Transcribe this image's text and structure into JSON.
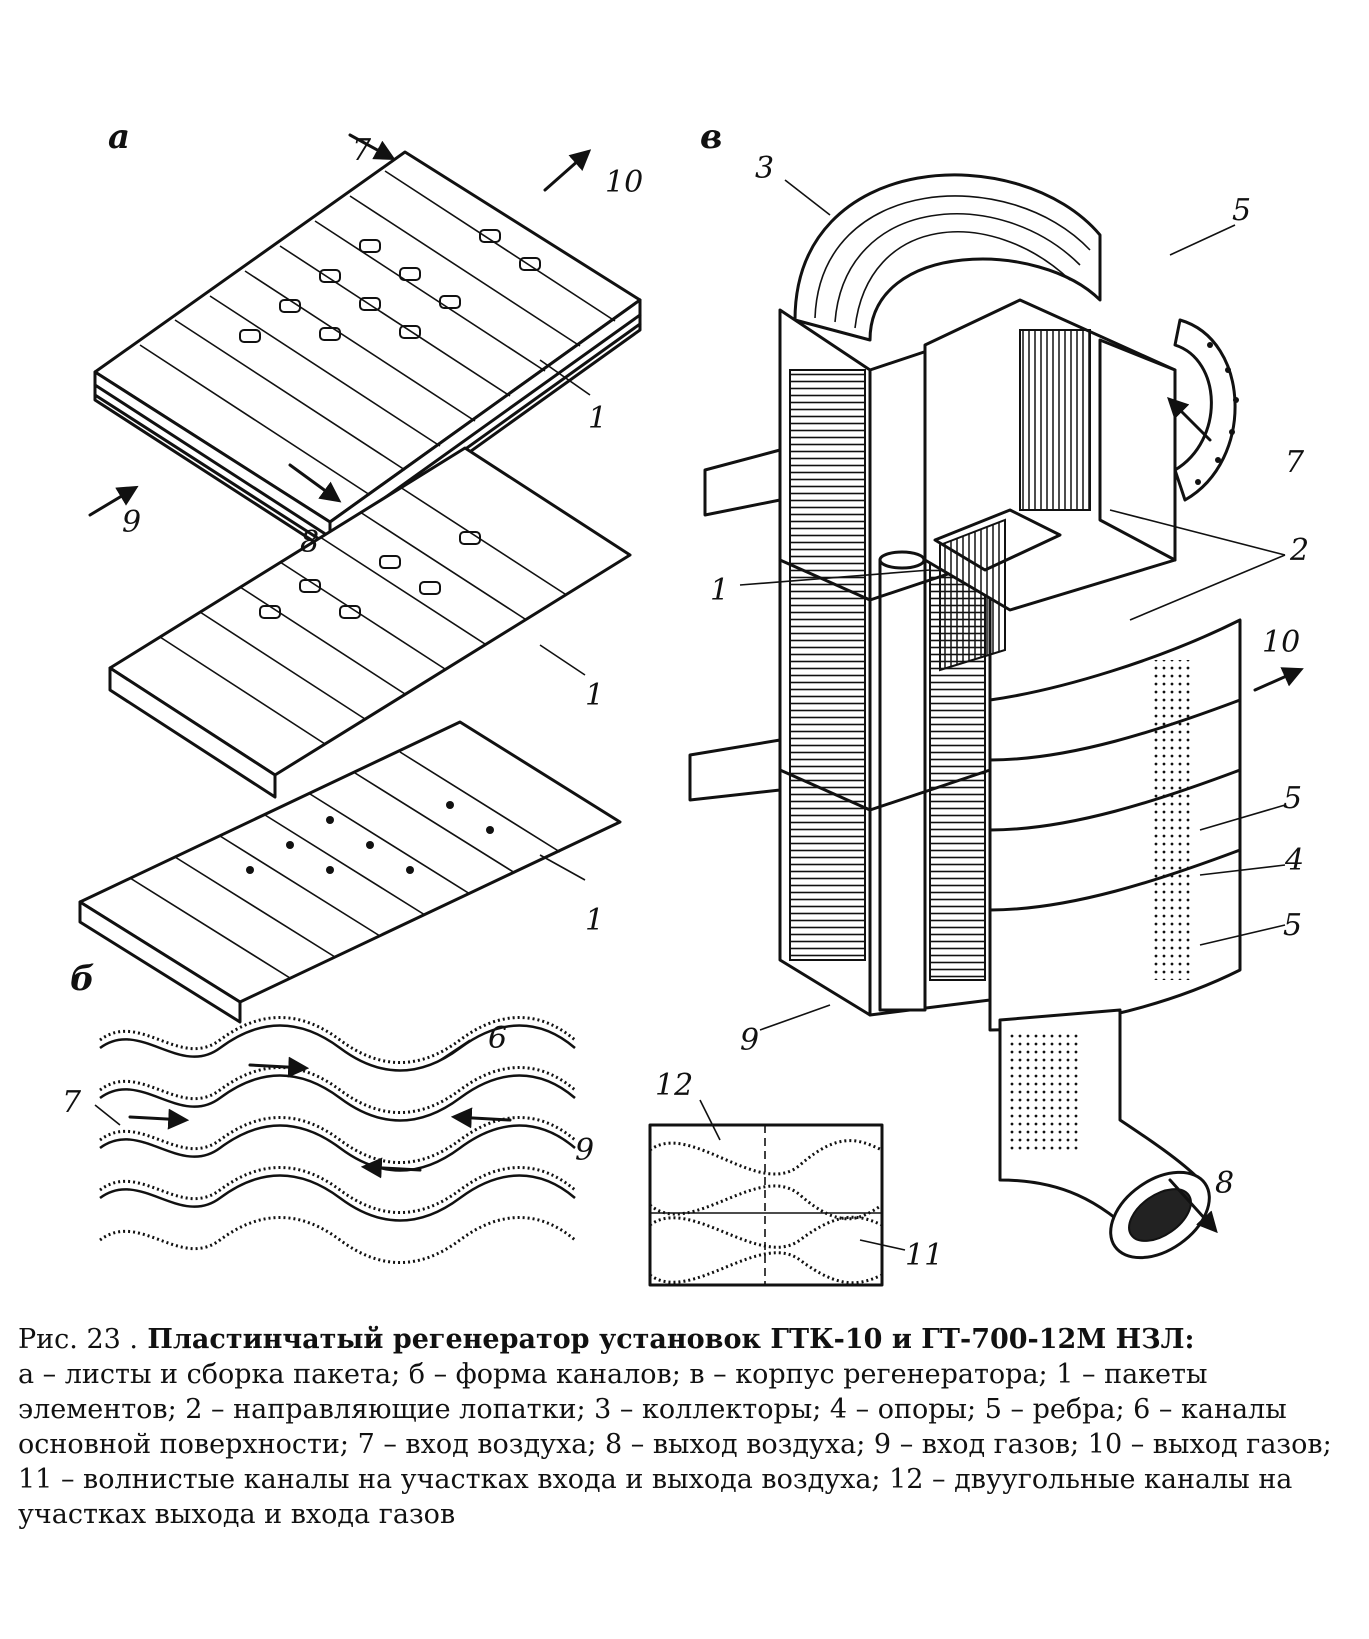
{
  "panels": {
    "a": "а",
    "b": "б",
    "v": "в"
  },
  "labels": {
    "n1": "1",
    "n2": "2",
    "n3": "3",
    "n4": "4",
    "n5": "5",
    "n6": "6",
    "n7": "7",
    "n8": "8",
    "n9": "9",
    "n10": "10",
    "n11": "11",
    "n12": "12"
  },
  "caption": {
    "fig": "Рис.  23 .",
    "title": " Пластинчатый регенератор установок ГТК-10 и ГТ-700-12М НЗЛ:",
    "body": "а – листы и сборка пакета; б – форма каналов; в – корпус регенератора; 1 – пакеты элементов; 2 – направляющие лопатки; 3 – коллекторы; 4 – опоры; 5 – ребра; 6 – каналы основной поверхности; 7 – вход воздуха; 8 – выход воздуха; 9 – вход газов; 10 – выход газов; 11 – волнистые каналы на участках входа и выхода воздуха; 12 – двуугольные каналы на участках выхода и входа газов"
  }
}
